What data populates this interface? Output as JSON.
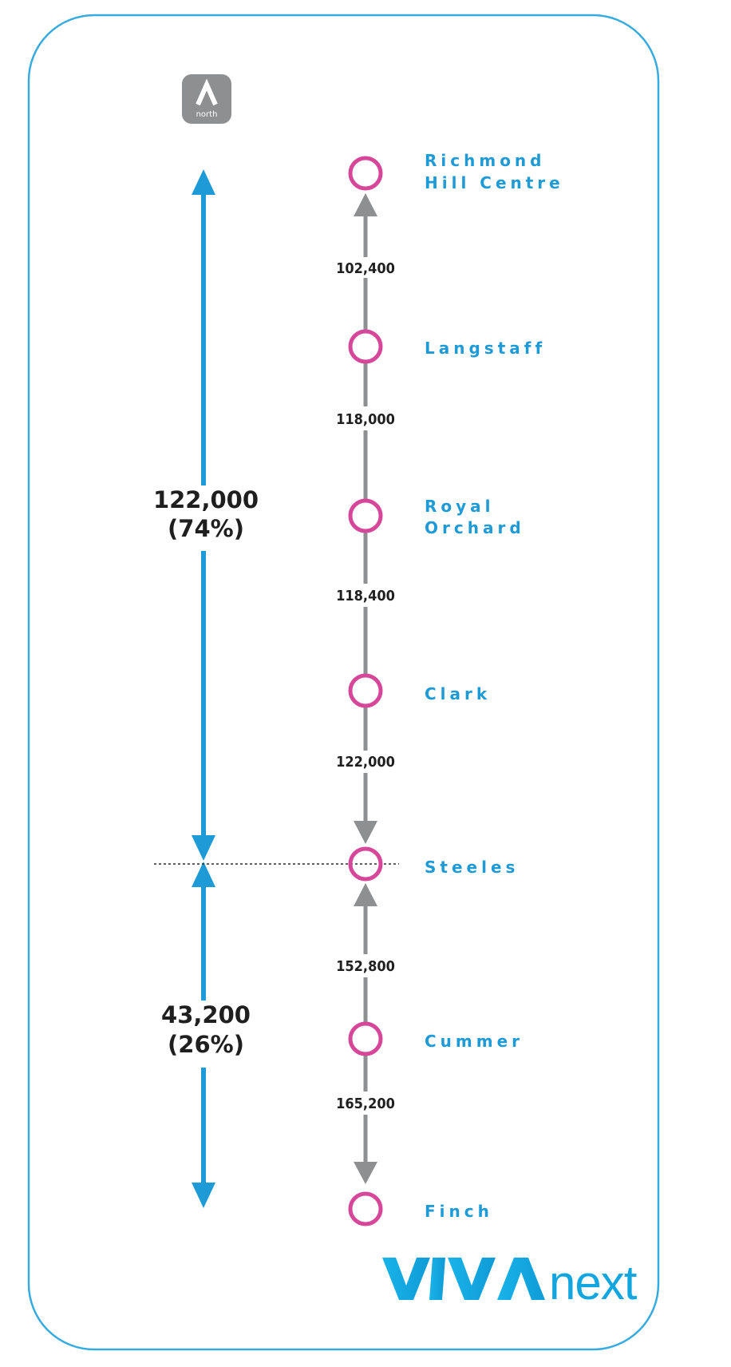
{
  "north_badge": {
    "label": "north"
  },
  "colors": {
    "border": "#37abe0",
    "station_ring": "#d6479a",
    "station_text": "#1e9ad6",
    "flow_arrow": "#8e8f91",
    "total_arrow": "#1e9ad6",
    "text": "#1f1f1f",
    "badge_bg": "#8e8f91",
    "brand": "#11a6e0"
  },
  "stations": [
    {
      "id": "richmond-hill-centre",
      "lines": [
        "Richmond",
        "Hill Centre"
      ]
    },
    {
      "id": "langstaff",
      "lines": [
        "Langstaff"
      ]
    },
    {
      "id": "royal-orchard",
      "lines": [
        "Royal",
        "Orchard"
      ]
    },
    {
      "id": "clark",
      "lines": [
        "Clark"
      ]
    },
    {
      "id": "steeles",
      "lines": [
        "Steeles"
      ]
    },
    {
      "id": "cummer",
      "lines": [
        "Cummer"
      ]
    },
    {
      "id": "finch",
      "lines": [
        "Finch"
      ]
    }
  ],
  "segments": [
    {
      "from": "richmond-hill-centre",
      "to": "langstaff",
      "value": "102,400",
      "arrow": "up"
    },
    {
      "from": "langstaff",
      "to": "royal-orchard",
      "value": "118,000",
      "arrow": "none"
    },
    {
      "from": "royal-orchard",
      "to": "clark",
      "value": "118,400",
      "arrow": "none"
    },
    {
      "from": "clark",
      "to": "steeles",
      "value": "122,000",
      "arrow": "down"
    },
    {
      "from": "steeles",
      "to": "cummer",
      "value": "152,800",
      "arrow": "up"
    },
    {
      "from": "cummer",
      "to": "finch",
      "value": "165,200",
      "arrow": "down"
    }
  ],
  "totals": [
    {
      "id": "north-of-steeles",
      "value": "122,000",
      "share": "(74%)"
    },
    {
      "id": "south-of-steeles",
      "value": "43,200",
      "share": "(26%)"
    }
  ],
  "divider_at": "steeles",
  "brand": {
    "bold": "viva",
    "light": "next"
  }
}
